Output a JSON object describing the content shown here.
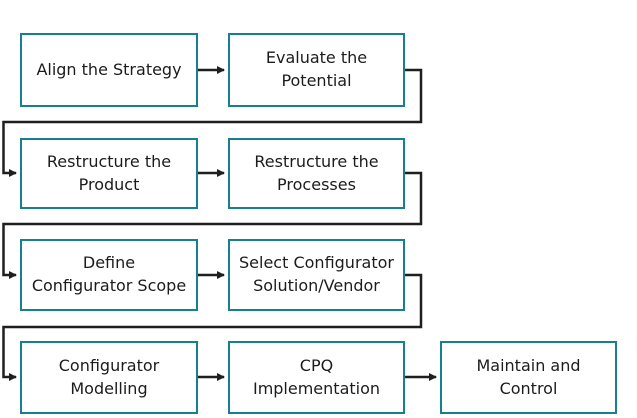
{
  "diagram": {
    "type": "flowchart",
    "background": "#ffffff",
    "colors": {
      "box_border": "#17808f",
      "box_fill": "#ffffff",
      "text": "#1c1c1c",
      "connector": "#1f1f1f"
    },
    "steps": [
      {
        "id": 1,
        "row": 1,
        "col": 1,
        "label": "Align the Strategy"
      },
      {
        "id": 2,
        "row": 1,
        "col": 2,
        "label": "Evaluate the\nPotential"
      },
      {
        "id": 3,
        "row": 2,
        "col": 1,
        "label": "Restructure the\nProduct"
      },
      {
        "id": 4,
        "row": 2,
        "col": 2,
        "label": "Restructure the\nProcesses"
      },
      {
        "id": 5,
        "row": 3,
        "col": 1,
        "label": "Define\nConfigurator Scope"
      },
      {
        "id": 6,
        "row": 3,
        "col": 2,
        "label": "Select Configurator\nSolution/Vendor"
      },
      {
        "id": 7,
        "row": 4,
        "col": 1,
        "label": "Configurator\nModelling"
      },
      {
        "id": 8,
        "row": 4,
        "col": 2,
        "label": "CPQ\nImplementation"
      },
      {
        "id": 9,
        "row": 4,
        "col": 3,
        "label": "Maintain and\nControl"
      }
    ],
    "flow_order": [
      1,
      2,
      3,
      4,
      5,
      6,
      7,
      8,
      9
    ]
  }
}
